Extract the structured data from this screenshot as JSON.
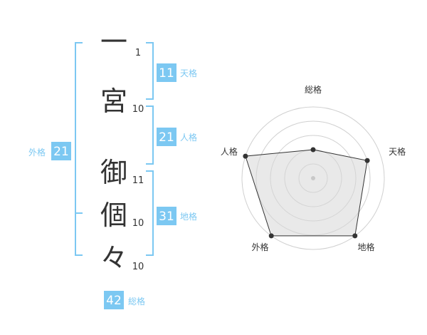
{
  "characters": [
    {
      "char": "一",
      "strokes": "1"
    },
    {
      "char": "宮",
      "strokes": "10"
    },
    {
      "char": "御",
      "strokes": "11"
    },
    {
      "char": "個",
      "strokes": "10"
    },
    {
      "char": "々",
      "strokes": "10"
    }
  ],
  "kaku": {
    "tenkaku": {
      "value": "11",
      "label": "天格"
    },
    "jinkaku": {
      "value": "21",
      "label": "人格"
    },
    "chikaku": {
      "value": "31",
      "label": "地格"
    },
    "gaikaku": {
      "value": "21",
      "label": "外格"
    },
    "soukaku": {
      "value": "42",
      "label": "総格"
    }
  },
  "chart_data": {
    "type": "radar",
    "axes": [
      "総格",
      "天格",
      "地格",
      "外格",
      "人格"
    ],
    "scale_max": 5,
    "rings": 5,
    "values": [
      2,
      4,
      5,
      5,
      5
    ]
  },
  "colors": {
    "accent": "#7cc8f2",
    "text": "#333333",
    "ring": "#d0d0d0",
    "fill": "#d7d7d7"
  }
}
